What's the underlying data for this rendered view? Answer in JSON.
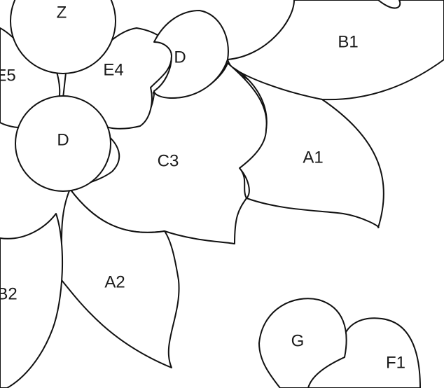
{
  "regions": {
    "z": {
      "label": "Z"
    },
    "b1": {
      "label": "B1"
    },
    "d_top": {
      "label": "D"
    },
    "e4": {
      "label": "E4"
    },
    "e5": {
      "label": "E5"
    },
    "d_mid": {
      "label": "D"
    },
    "c3": {
      "label": "C3"
    },
    "a1": {
      "label": "A1"
    },
    "a2": {
      "label": "A2"
    },
    "b2": {
      "label": "B2"
    },
    "g": {
      "label": "G"
    },
    "f1": {
      "label": "F1"
    }
  }
}
